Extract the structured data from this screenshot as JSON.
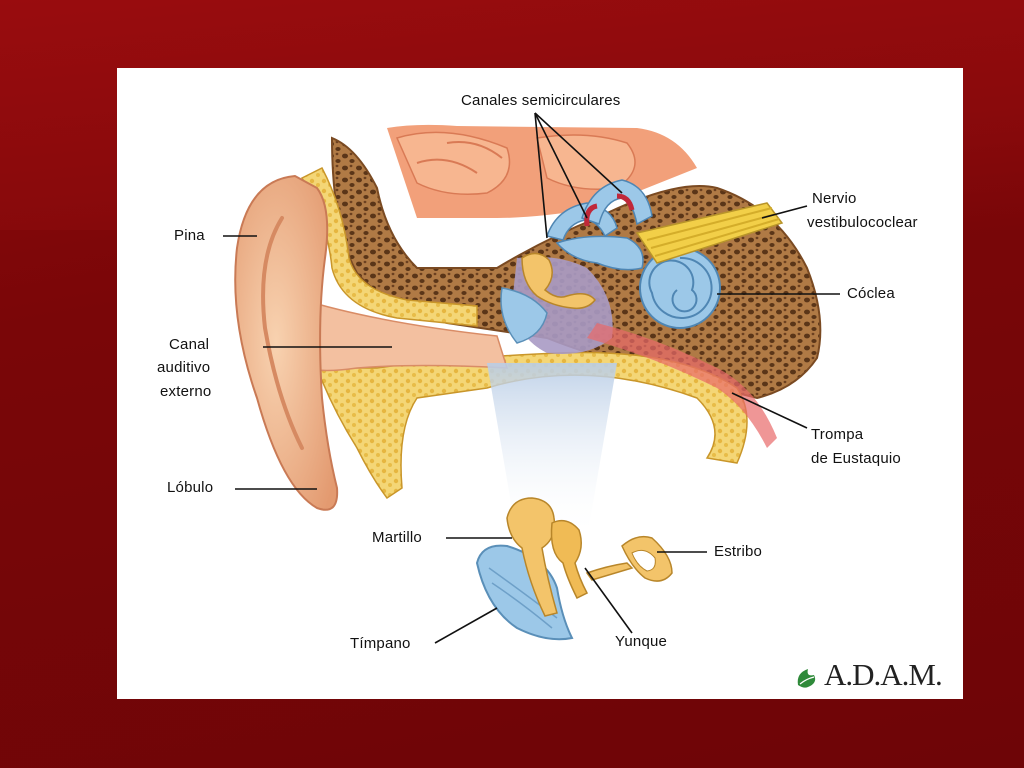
{
  "colors": {
    "background": "#7a0608",
    "panel": "#ffffff",
    "skin": "#f2b88e",
    "bone": "#f3d27a",
    "spongy_bone": "#9a6a3a",
    "labyrinth": "#9cc8e8",
    "nerve": "#e8c23a",
    "label_line": "#111111"
  },
  "labels": {
    "canales": "Canales semicirculares",
    "nervio_1": "Nervio",
    "nervio_2": "vestibulococlear",
    "coclea": "Cóclea",
    "pina": "Pina",
    "canal_1": "Canal",
    "canal_2": "auditivo",
    "canal_3": "externo",
    "trompa_1": "Trompa",
    "trompa_2": "de Eustaquio",
    "lobulo": "Lóbulo",
    "martillo": "Martillo",
    "estribo": "Estribo",
    "timpano": "Tímpano",
    "yunque": "Yunque"
  },
  "logo": {
    "text": "A.D.A.M.",
    "icon": "leaf-logo-icon"
  }
}
